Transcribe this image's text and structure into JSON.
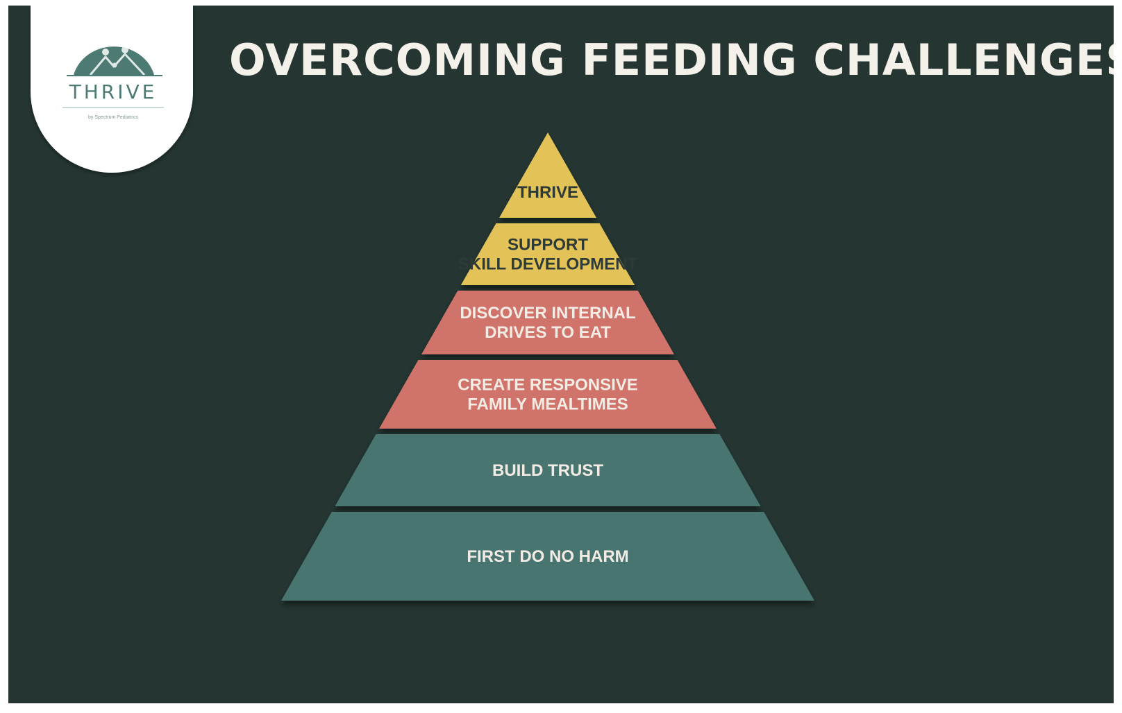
{
  "title": "OVERCOMING FEEDING CHALLENGES",
  "logo": {
    "name": "THRIVE",
    "tagline": "by Spectrum Pediatrics",
    "icon": "mountain-family-icon"
  },
  "pyramid": {
    "tiers": [
      {
        "lines": [
          "THRIVE"
        ],
        "color": "#e3c358"
      },
      {
        "lines": [
          "SUPPORT",
          "SKILL DEVELOPMENT"
        ],
        "color": "#e3c358"
      },
      {
        "lines": [
          "DISCOVER INTERNAL",
          "DRIVES TO EAT"
        ],
        "color": "#d0736a"
      },
      {
        "lines": [
          "CREATE RESPONSIVE",
          "FAMILY MEALTIMES"
        ],
        "color": "#d0736a"
      },
      {
        "lines": [
          "BUILD TRUST"
        ],
        "color": "#497571"
      },
      {
        "lines": [
          "FIRST DO NO HARM"
        ],
        "color": "#497571"
      }
    ]
  },
  "colors": {
    "background": "#243532",
    "title": "#f4f1ea",
    "logo_badge": "#ffffff",
    "logo_accent": "#4e7a74"
  }
}
